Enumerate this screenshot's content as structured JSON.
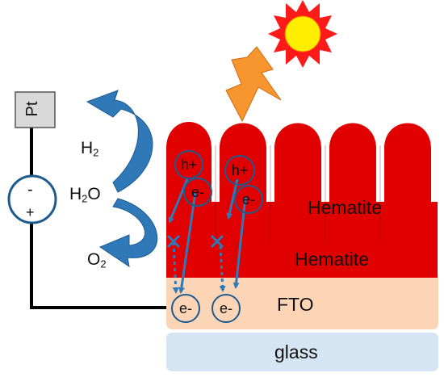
{
  "labels": {
    "pt": "Pt",
    "h2_base": "H",
    "h2_sub": "2",
    "h2o_base": "H",
    "h2o_sub": "2",
    "h2o_tail": "O",
    "o2_base": "O",
    "o2_sub": "2",
    "minus": "-",
    "plus": "+",
    "hematite_upper": "Hematite",
    "hematite_lower": "Hematite",
    "fto": "FTO",
    "glass": "glass"
  },
  "carriers": {
    "hole_1": "h+",
    "electron_1": "e-",
    "hole_2": "h+",
    "electron_2": "e-",
    "fto_electron_1": "e-",
    "fto_electron_2": "e-"
  },
  "colors": {
    "hematite": "#e00000",
    "fto": "#fbd5b5",
    "glass": "#d6e5f4",
    "arrow_blue": "#2f79b9",
    "carrier_outline": "#1f5a8f",
    "sun": "#ffee00",
    "sun_rays": "#ff1a1a",
    "lightning": "#f7962f",
    "electrode": "#d9d9d9"
  },
  "icons": [
    "sun-icon",
    "lightning-icon",
    "recombination-x-icon"
  ]
}
